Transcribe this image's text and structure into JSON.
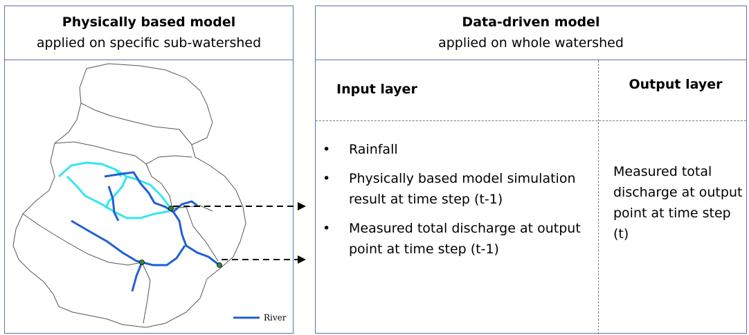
{
  "left_panel": {
    "title": "Physically based model",
    "subtitle": "applied on specific sub-watershed",
    "legend_label": "River"
  },
  "right_panel": {
    "title": "Data-driven model",
    "subtitle": "applied on whole watershed",
    "input_heading": "Input layer",
    "output_heading": "Output layer",
    "inputs": [
      "Rainfall",
      "Physically based model simulation result at time step (t-1)",
      "Measured total discharge at output point at time step (t-1)"
    ],
    "output": "Measured total discharge at output point at time step (t)"
  },
  "colors": {
    "border": "#5a73a8",
    "river_main": "#1f5fd6",
    "river_sub": "#33e6f0",
    "outlet_point": "#2e8b3a"
  }
}
